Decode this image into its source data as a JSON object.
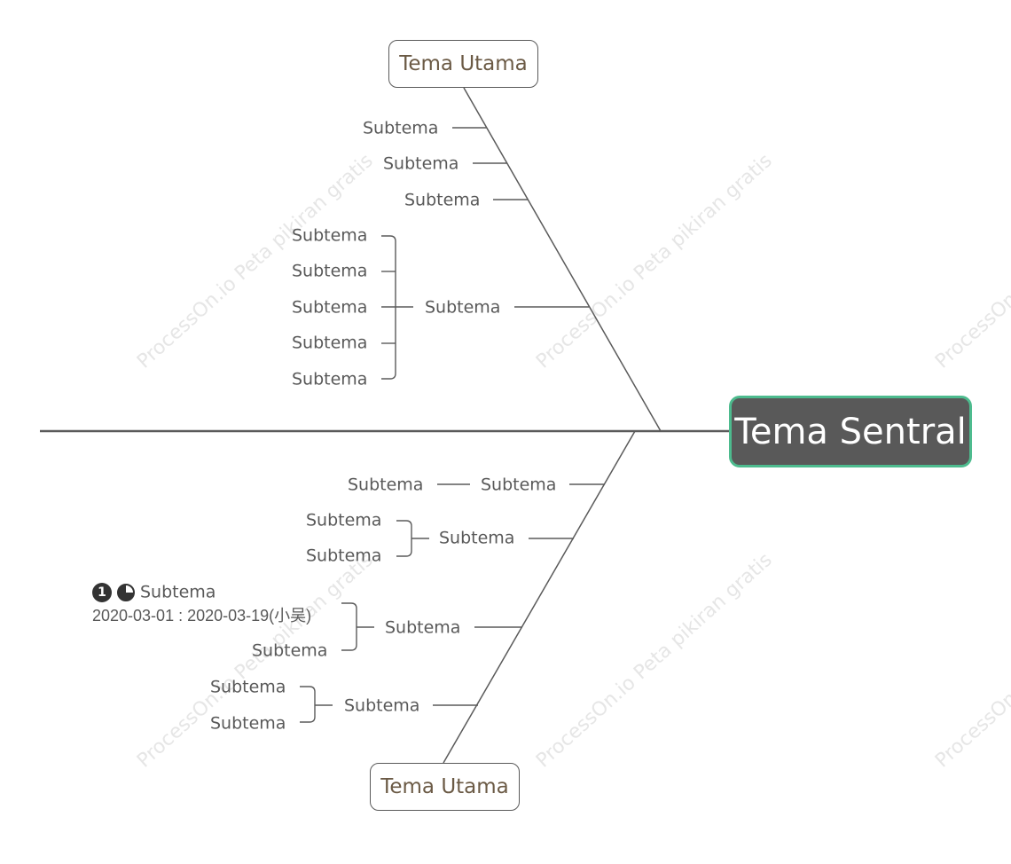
{
  "watermark": "ProcessOn.io Peta pikiran gratis",
  "central": {
    "label": "Tema Sentral"
  },
  "top_main": {
    "label": "Tema Utama"
  },
  "bottom_main": {
    "label": "Tema Utama"
  },
  "top_subtopics": [
    "Subtema",
    "Subtema",
    "Subtema"
  ],
  "top_group": {
    "label": "Subtema",
    "children": [
      "Subtema",
      "Subtema",
      "Subtema",
      "Subtema",
      "Subtema"
    ]
  },
  "bottom_items": [
    {
      "label": "Subtema",
      "children": [
        "Subtema"
      ]
    },
    {
      "label": "Subtema",
      "children": [
        "Subtema",
        "Subtema"
      ]
    },
    {
      "label": "Subtema",
      "children": [
        "Subtema",
        "Subtema"
      ],
      "task": {
        "priority": "1",
        "dates": "2020-03-01 : 2020-03-19(小吴)"
      }
    },
    {
      "label": "Subtema",
      "children": [
        "Subtema",
        "Subtema"
      ]
    }
  ],
  "icons": {
    "priority": "priority-1-icon",
    "progress": "progress-75-icon"
  },
  "colors": {
    "line": "#5a5a5a",
    "central_fill": "#595959",
    "central_border": "#4dbb8e",
    "main_text": "#6b5a45",
    "text": "#595959"
  }
}
